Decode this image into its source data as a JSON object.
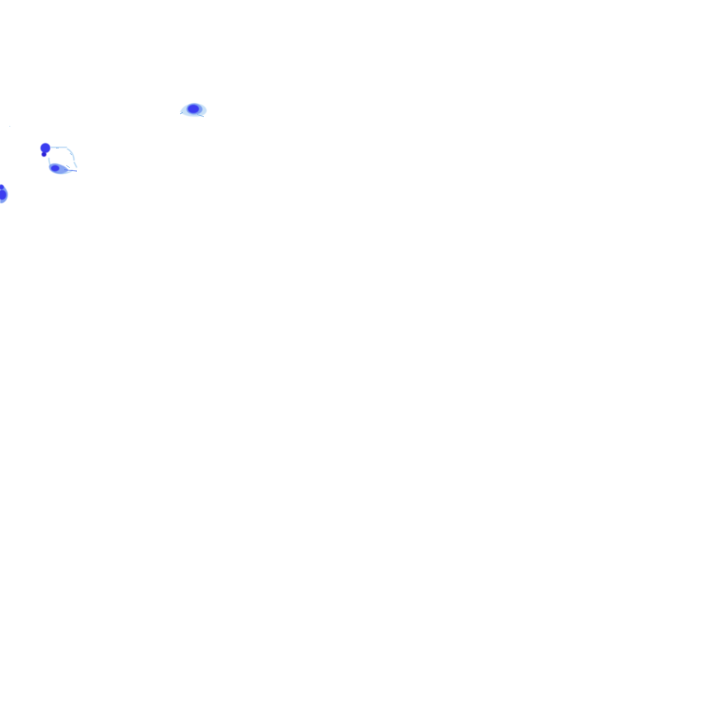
{
  "tile": {
    "kind": "precipitation radar overlay tile",
    "background": "#ffffff"
  },
  "palette": {
    "light_echo": "#9cc8f0",
    "moderate_echo": "#6a8ef0",
    "strong_echo": "#3a3df0",
    "core_echo": "#2a24d8"
  },
  "echo_cells": [
    {
      "name": "echo-cell-north",
      "intensity": "strong"
    },
    {
      "name": "echo-cell-west-core",
      "intensity": "core"
    },
    {
      "name": "echo-cell-west-ring",
      "intensity": "moderate"
    },
    {
      "name": "echo-cell-edge",
      "intensity": "strong"
    }
  ]
}
